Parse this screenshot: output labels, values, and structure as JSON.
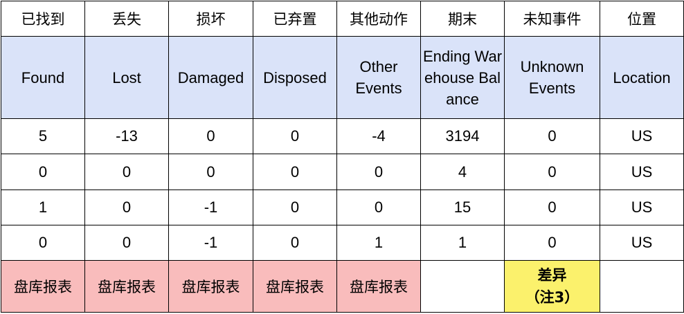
{
  "headers_zh": [
    "已找到",
    "丢失",
    "损坏",
    "已弃置",
    "其他动作",
    "期末",
    "未知事件",
    "位置"
  ],
  "headers_en": [
    "Found",
    "Lost",
    "Damaged",
    "Disposed",
    "Other Events",
    "Ending Warehouse Balance",
    "Unknown Events",
    "Location"
  ],
  "rows": [
    [
      "5",
      "-13",
      "0",
      "0",
      "-4",
      "3194",
      "0",
      "US"
    ],
    [
      "0",
      "0",
      "0",
      "0",
      "0",
      "4",
      "0",
      "US"
    ],
    [
      "1",
      "0",
      "-1",
      "0",
      "0",
      "15",
      "0",
      "US"
    ],
    [
      "0",
      "0",
      "-1",
      "0",
      "1",
      "1",
      "0",
      "US"
    ]
  ],
  "footer": {
    "cells": [
      "盘库报表",
      "盘库报表",
      "盘库报表",
      "盘库报表",
      "盘库报表",
      "",
      "差异\n（注3）",
      ""
    ],
    "note_line1": "差异",
    "note_line2": "（注3）"
  },
  "colors": {
    "header_en_bg": "#dae3f9",
    "footer_pink": "#f9bcbc",
    "footer_yellow": "#fbf16c",
    "border": "#000000"
  }
}
